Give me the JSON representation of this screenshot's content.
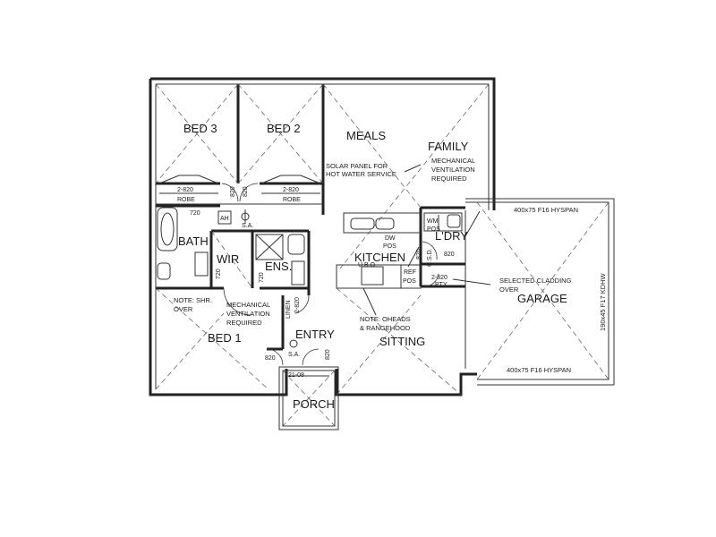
{
  "rooms": {
    "bed3": "BED 3",
    "bed2": "BED 2",
    "meals": "MEALS",
    "family": "FAMILY",
    "bath": "BATH",
    "wir": "WIR",
    "ens": "ENS.",
    "kitchen": "KITCHEN",
    "ldry": "L'DRY",
    "garage": "GARAGE",
    "bed1": "BED 1",
    "entry": "ENTRY",
    "sitting": "SITTING",
    "porch": "PORCH",
    "linen": "LINEN"
  },
  "notes": {
    "solar_1": "SOLAR PANEL FOR",
    "solar_2": "HOT WATER SERVICE",
    "mech_family_1": "MECHANICAL",
    "mech_family_2": "VENTILATION",
    "mech_family_3": "REQUIRED",
    "mech_ens_1": "MECHANICAL",
    "mech_ens_2": "VENTILATION",
    "mech_ens_3": "REQUIRED",
    "shr_1": "NOTE: SHR.",
    "shr_2": "OVER",
    "cladding_1": "SELECTED CLADDING",
    "cladding_2": "OVER",
    "oheads_1": "NOTE: OHEADS",
    "oheads_2": "& RANGEHOOD",
    "hyspan_top": "400x75 F16 HYSPAN",
    "hyspan_bottom": "400x75 F16 HYSPAN",
    "kdhw": "190x45 F17 KDHW"
  },
  "labels": {
    "robe_bed3_size": "2-820",
    "robe_bed3": "ROBE",
    "robe_bed2_size": "2-820",
    "robe_bed2": "ROBE",
    "d820_a": "820",
    "d820_b": "820",
    "d720_bath": "720",
    "ah": "AH",
    "sa_top": "S.A.",
    "dw": "DW",
    "pos_dw": "POS",
    "wm": "WM",
    "pos_wm": "POS",
    "d820_ldry": "820",
    "d820_csd": "820",
    "csd": "C.S.D.",
    "ubo": "U.B.O.",
    "ref": "REF",
    "pos_ref": "POS",
    "pty_size": "2-820",
    "pty": "PTY",
    "d720_wir": "720",
    "d720_ens": "720",
    "linen_size": "2-820",
    "sa_entry": "S.A.",
    "d820_entry_l": "820",
    "d820_entry_r": "820",
    "porch_door": "21-08"
  }
}
